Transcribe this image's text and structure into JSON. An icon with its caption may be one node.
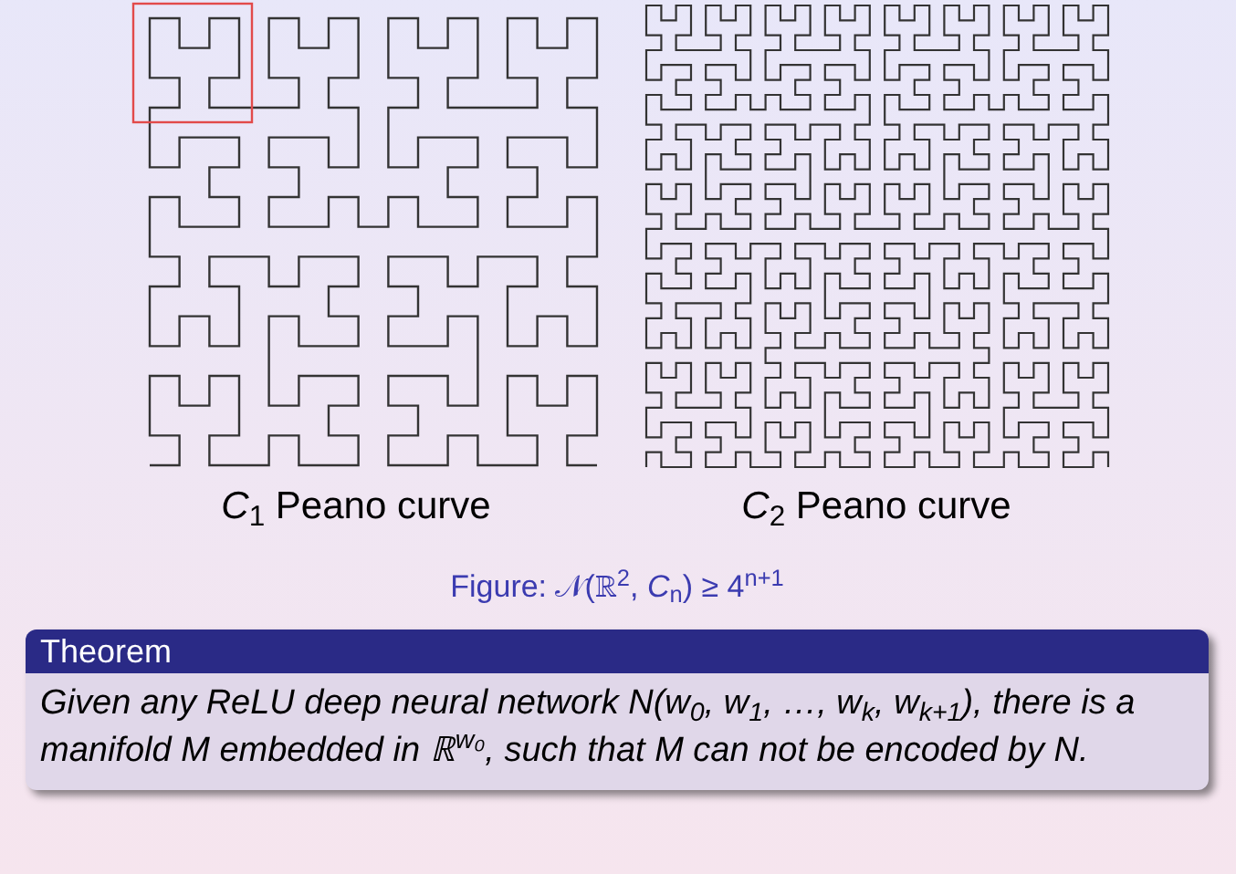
{
  "diagram": {
    "caption": "Figure: 𝒩(ℝ$^{2}$, *C*$_{n}$) ≥ 4$^{n+1}$",
    "nodes": [
      {
        "text": [
          "Theorem",
          "Given any ReLU deep neural network N(w$_{0}$, w$_{1}$, …, w$_{k}$, w$_{k+1}$), there is a manifold M embedded in ℝ$^{w₀}$, such that M can not be encoded by N."
        ]
      }
    ],
    "edges": [],
    "labels": [
      "*C*$_{1}$ Peano curve",
      "*C*$_{2}$ Peano curve"
    ]
  }
}
